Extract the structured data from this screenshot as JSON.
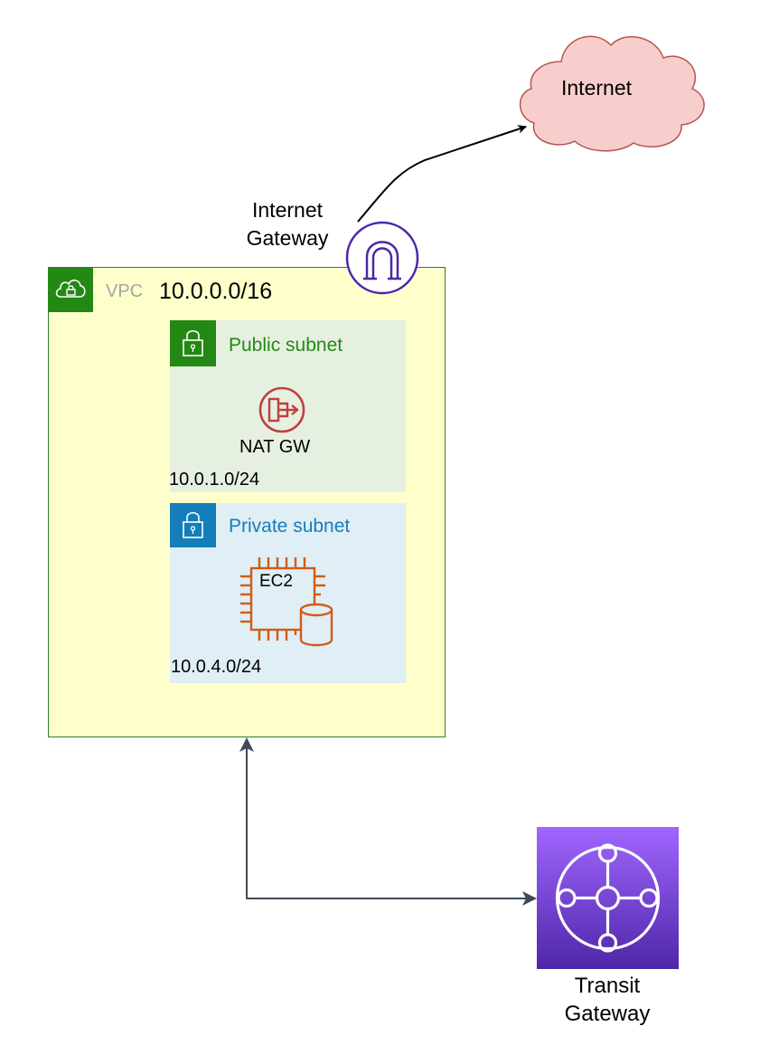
{
  "colors": {
    "vpc_fill": "#ffffcc",
    "vpc_border": "#2e7d32",
    "aws_green": "#248814",
    "aws_blue": "#147eba",
    "public_subnet_fill": "#e6f0e0",
    "private_subnet_fill": "#e0eef5",
    "internet_cloud_fill": "#f8cecc",
    "internet_cloud_stroke": "#b85450",
    "igw_purple": "#4d27aa",
    "nat_red": "#bf3f3f",
    "ec2_orange": "#d05c17",
    "tgw_purple_dark": "#4d27a8",
    "tgw_purple_light": "#a166ff",
    "connector": "#3f4b57"
  },
  "internet": {
    "label": "Internet",
    "icon": "cloud-icon"
  },
  "internet_gateway": {
    "label_line1": "Internet",
    "label_line2": "Gateway",
    "icon": "internet-gateway-icon"
  },
  "vpc": {
    "label": "VPC",
    "cidr": "10.0.0.0/16",
    "icon": "vpc-cloud-lock-icon"
  },
  "public_subnet": {
    "label": "Public subnet",
    "cidr": "10.0.1.0/24",
    "icon": "padlock-icon",
    "resource": {
      "label": "NAT GW",
      "icon": "nat-gateway-icon"
    }
  },
  "private_subnet": {
    "label": "Private subnet",
    "cidr": "10.0.4.0/24",
    "icon": "padlock-icon",
    "resource": {
      "label": "EC2",
      "icon": "ec2-instance-icon"
    }
  },
  "transit_gateway": {
    "label_line1": "Transit",
    "label_line2": "Gateway",
    "icon": "transit-gateway-icon"
  }
}
